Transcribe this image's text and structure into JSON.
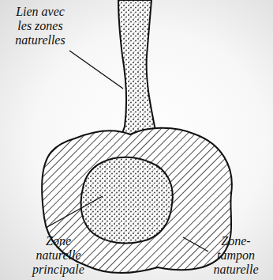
{
  "diagram": {
    "labels": [
      "Lien avec les zones naturelles",
      "Zone naturelle principale",
      "Zone-tampon naturelle"
    ]
  }
}
